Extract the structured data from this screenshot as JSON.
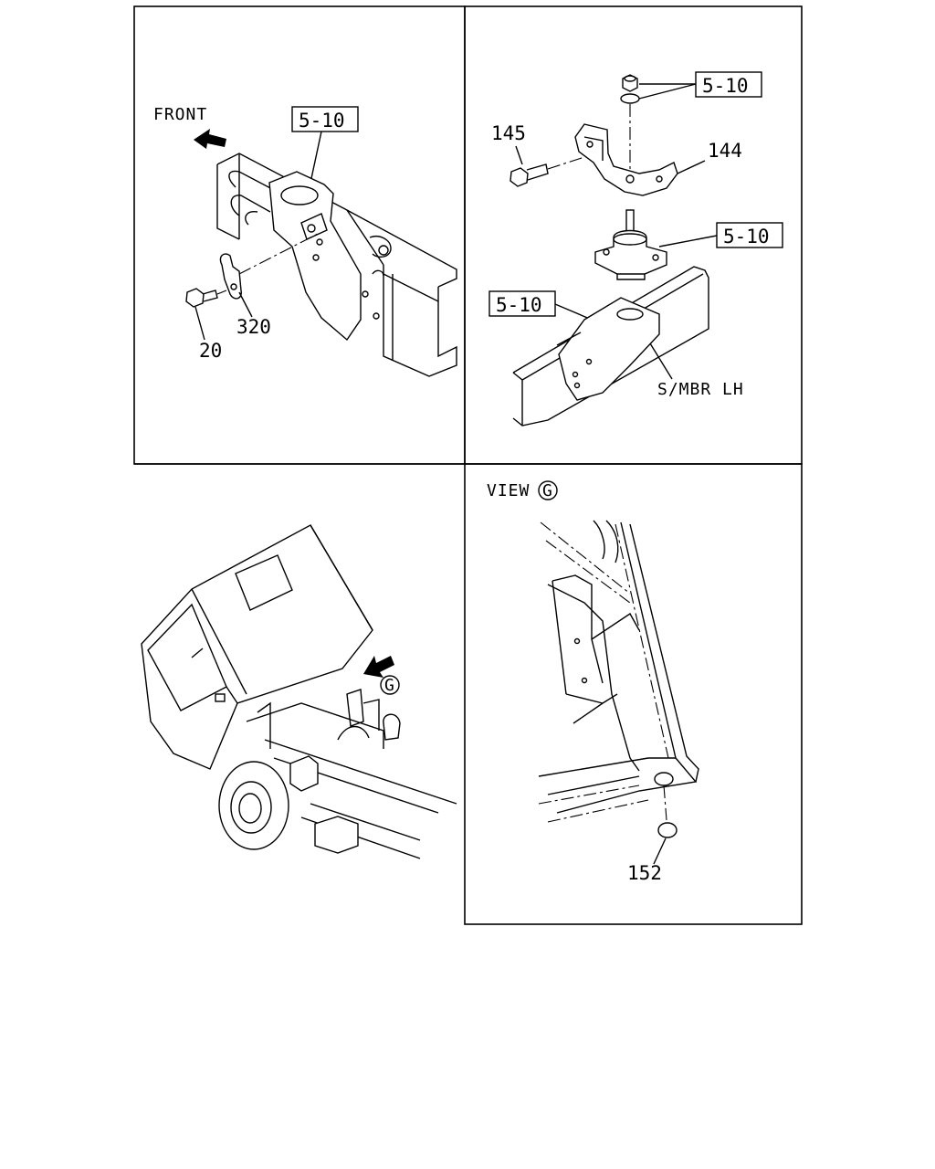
{
  "labels": {
    "front": "FRONT",
    "ref_tl": "5-10",
    "part_320": "320",
    "part_20": "20",
    "ref_tr_top": "5-10",
    "part_145": "145",
    "part_144": "144",
    "ref_tr_mid": "5-10",
    "ref_tr_low": "5-10",
    "smbr": "S/MBR LH",
    "view": "VIEW",
    "view_letter": "G",
    "callout_letter": "G",
    "part_152": "152"
  },
  "icons": [
    "front-arrow-icon",
    "view-direction-arrow-icon"
  ]
}
